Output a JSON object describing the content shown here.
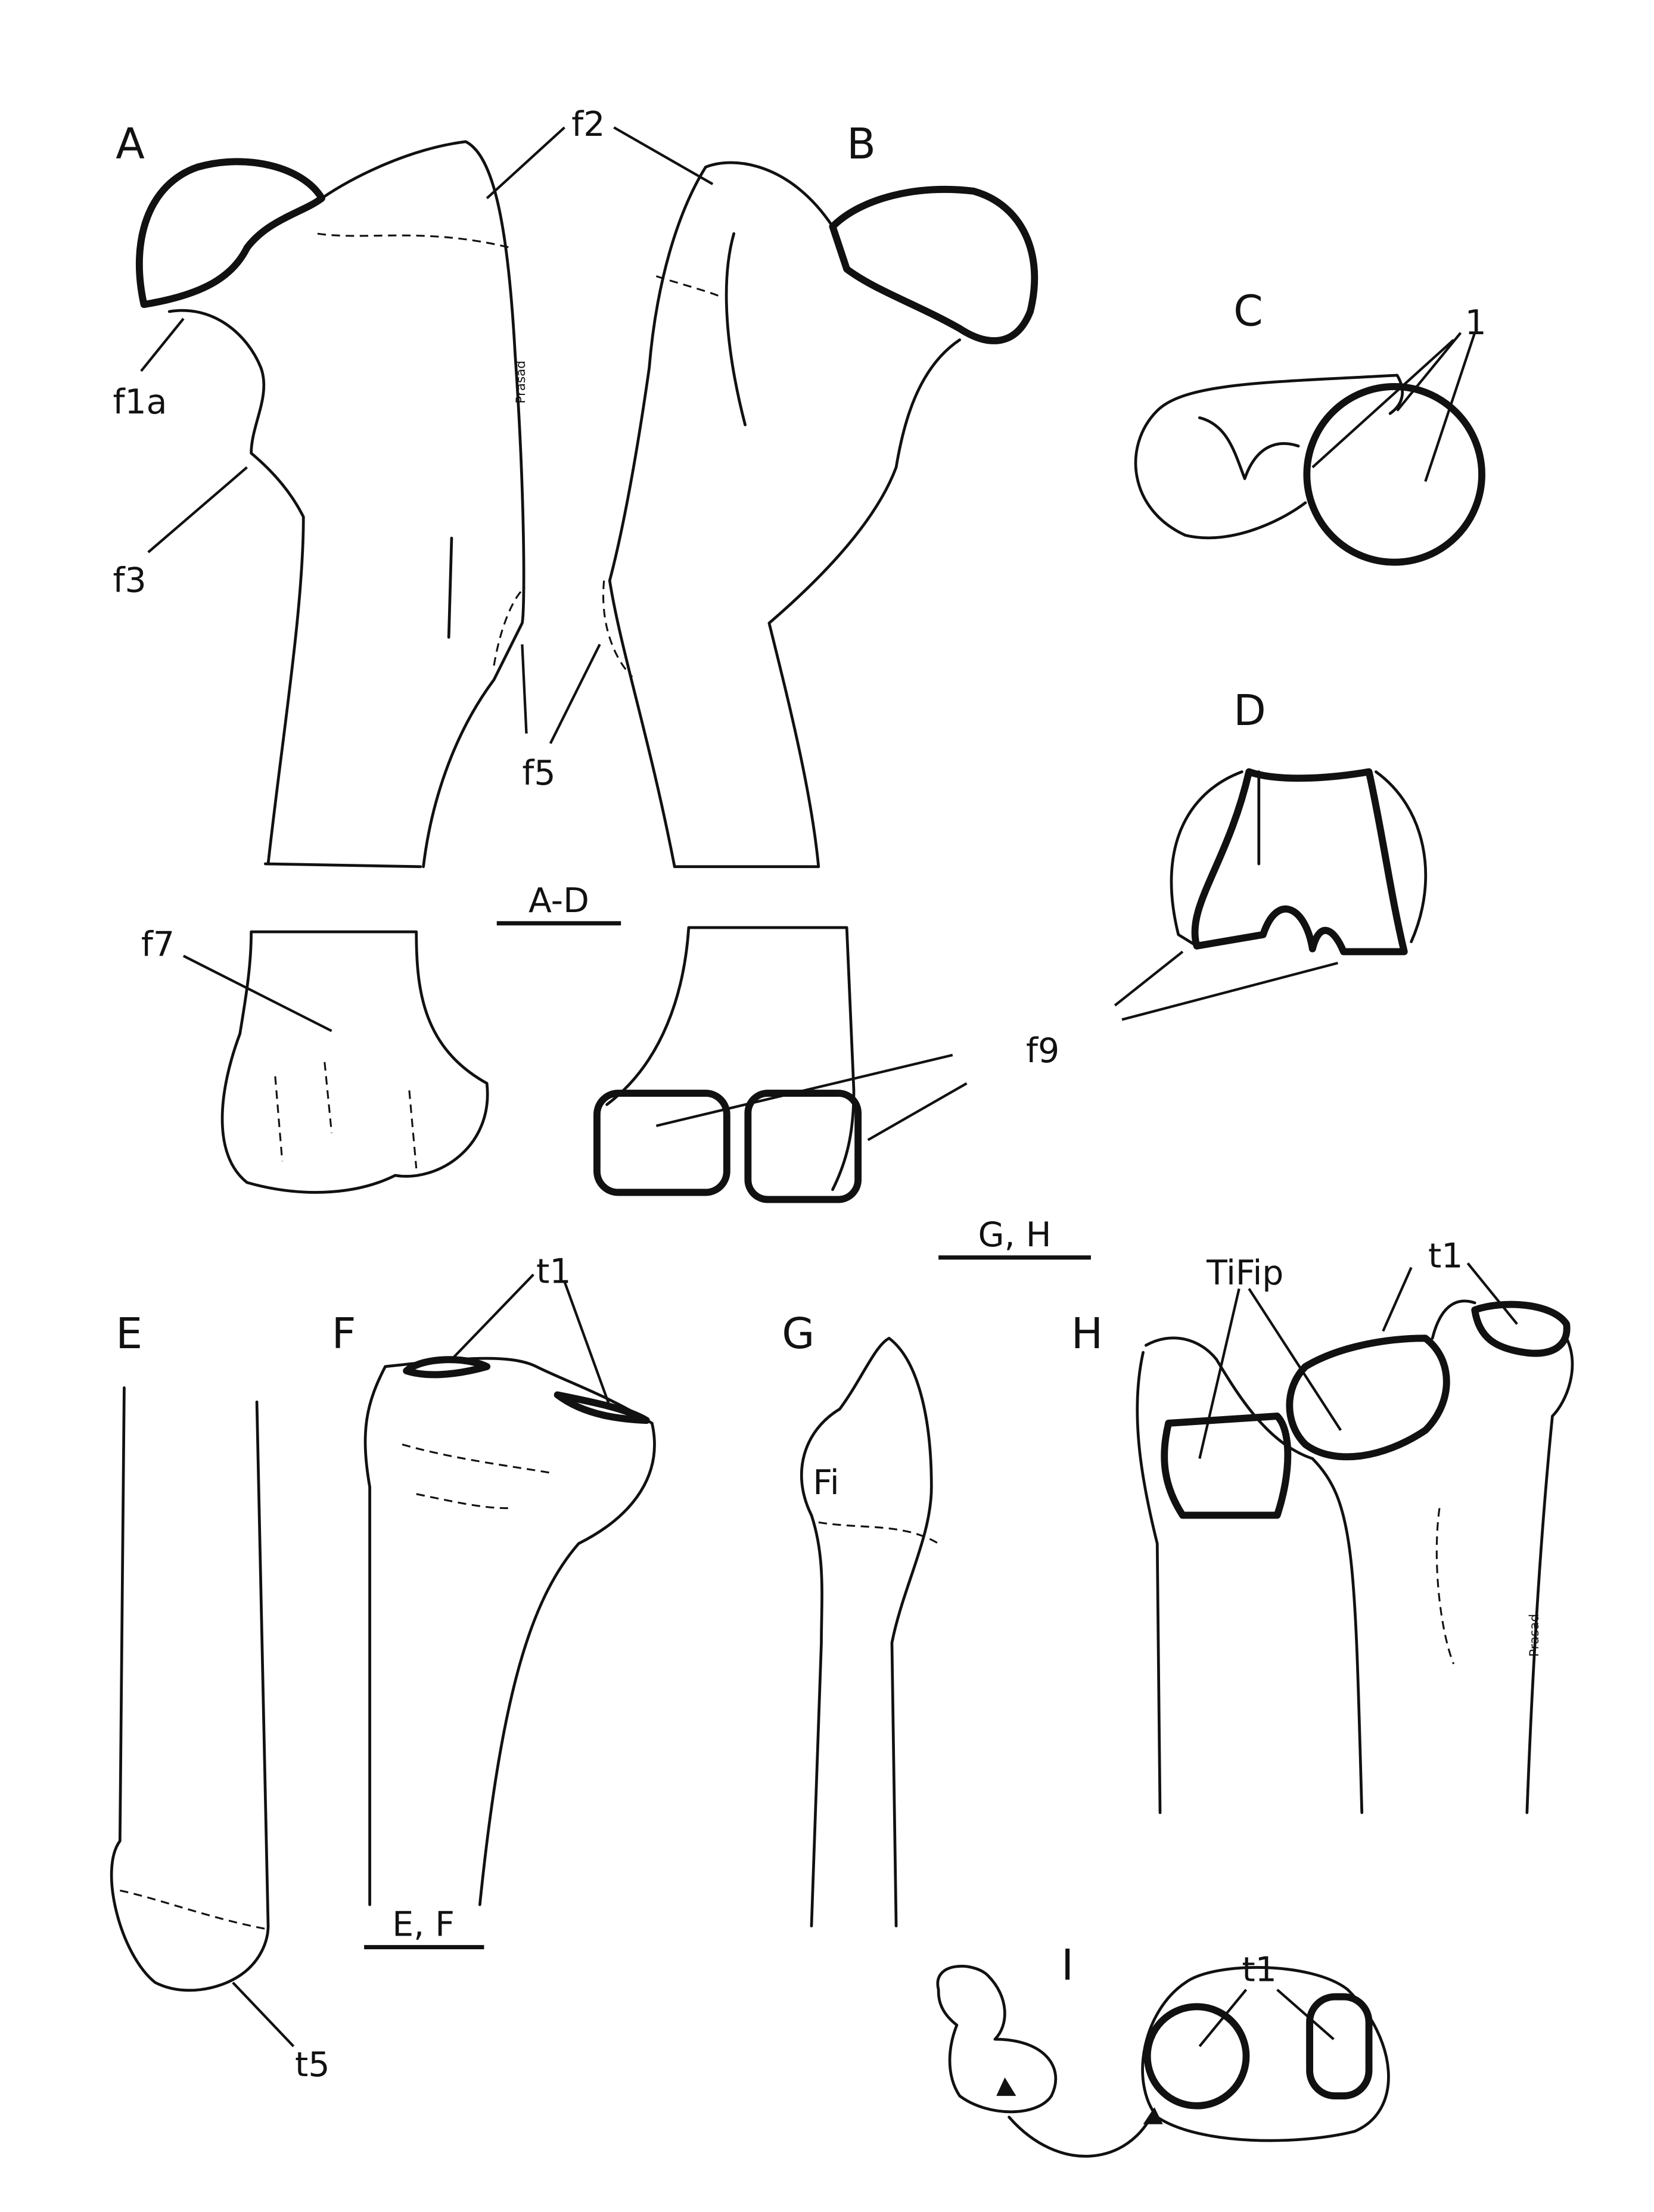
{
  "panels": {
    "A": "A",
    "B": "B",
    "C": "C",
    "D": "D",
    "E": "E",
    "F": "F",
    "G": "G",
    "H": "H",
    "I": "I"
  },
  "labels": {
    "f2": "f2",
    "f1a": "f1a",
    "f3": "f3",
    "one": "1",
    "f5": "f5",
    "f7": "f7",
    "f9": "f9",
    "t1_f": "t1",
    "t1_h": "t1",
    "t1_i": "t1",
    "fi": "Fi",
    "tifip": "TiFip",
    "t5": "t5"
  },
  "scale_bars": {
    "ad": "A-D",
    "gh": "G, H",
    "ef": "E, F"
  },
  "signature": "Prasad"
}
